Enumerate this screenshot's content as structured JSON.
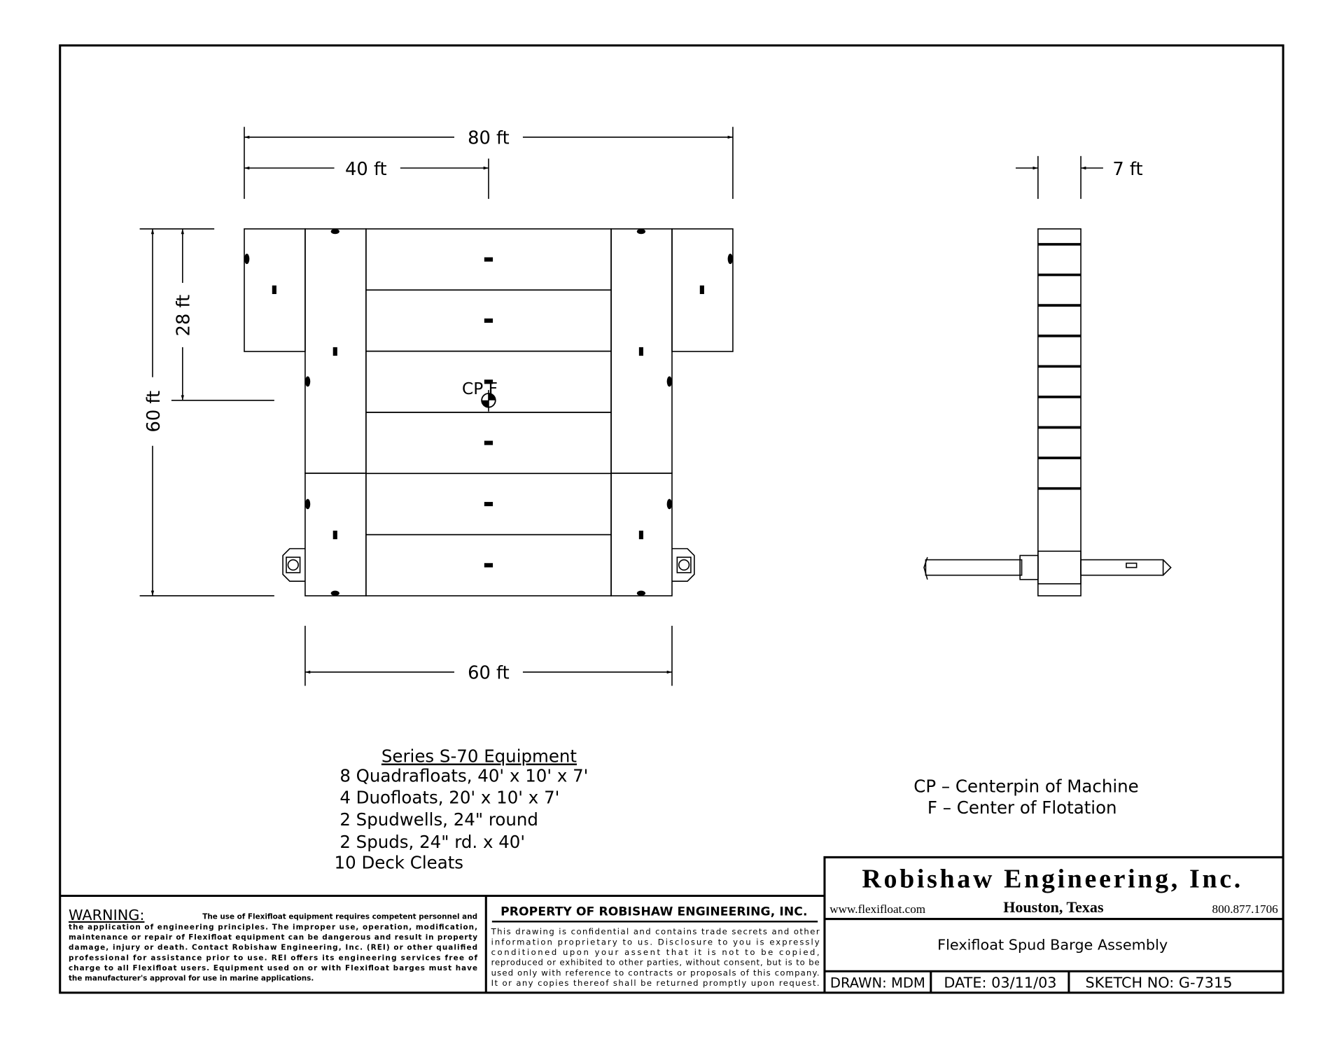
{
  "dimensions": {
    "overall_length": "80 ft",
    "half_length": "40 ft",
    "overall_width": "60 ft",
    "offset": "28 ft",
    "bottom_width": "60 ft",
    "depth": "7 ft"
  },
  "center_label": "CP F",
  "equipment": {
    "title": "Series S-70 Equipment",
    "items": [
      " 8 Quadrafloats, 40' x 10' x 7'",
      " 4 Duofloats, 20' x 10' x 7'",
      " 2 Spudwells, 24\" round",
      " 2 Spuds, 24\" rd. x 40'",
      "10 Deck Cleats"
    ]
  },
  "legend": [
    "CP – Centerpin of Machine",
    "F – Center of Flotation"
  ],
  "warning": {
    "heading": "WARNING:",
    "lines": [
      "The use of Flexifloat equipment requires competent personnel and",
      "the application of engineering principles.  The improper use, operation, modification,",
      "maintenance or repair of Flexifloat equipment can be dangerous and result in property",
      "damage, injury or death.  Contact Robishaw Engineering, Inc. (REI) or other qualified",
      "professional for assistance prior to use.  REI offers its engineering services free of",
      "charge to all Flexifloat users. Equipment used on or with Flexifloat barges must have",
      "the manufacturer's approval for use in marine applications."
    ]
  },
  "property": {
    "heading": "PROPERTY OF ROBISHAW ENGINEERING, INC.",
    "lines": [
      "This drawing is confidential and contains trade secrets and other",
      "information proprietary to us.  Disclosure to you is expressly",
      "conditioned upon your assent that it is not to be copied,",
      "reproduced or exhibited to other parties, without consent, but is to be",
      "used only with reference to contracts or proposals of this company.",
      "It or any copies thereof shall be returned promptly upon request."
    ]
  },
  "title_block": {
    "company": "Robishaw Engineering, Inc.",
    "website": "www.flexifloat.com",
    "location": "Houston, Texas",
    "phone": "800.877.1706",
    "drawing_title": "Flexifloat Spud Barge Assembly",
    "drawn": "DRAWN: MDM",
    "date": "DATE: 03/11/03",
    "sketch_no": "SKETCH  NO: G-7315"
  }
}
